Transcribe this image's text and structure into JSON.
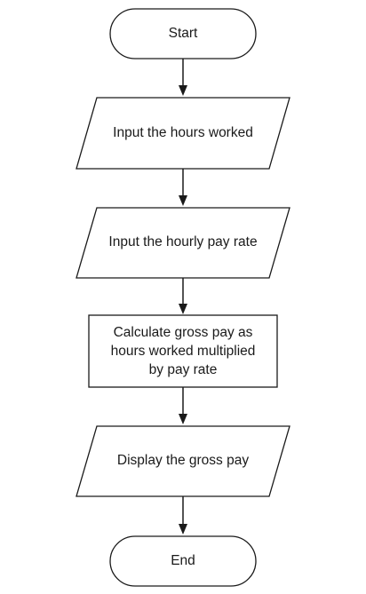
{
  "flowchart": {
    "start": {
      "label": "Start"
    },
    "input_hours": {
      "label": "Input the hours worked"
    },
    "input_rate": {
      "label": "Input the hourly pay rate"
    },
    "calculate": {
      "lines": [
        "Calculate gross pay as",
        "hours worked multiplied",
        "by pay rate"
      ]
    },
    "display": {
      "label": "Display the gross pay"
    },
    "end": {
      "label": "End"
    }
  },
  "colors": {
    "stroke": "#1a1a1a",
    "fill": "#ffffff",
    "background": "#ffffff"
  }
}
